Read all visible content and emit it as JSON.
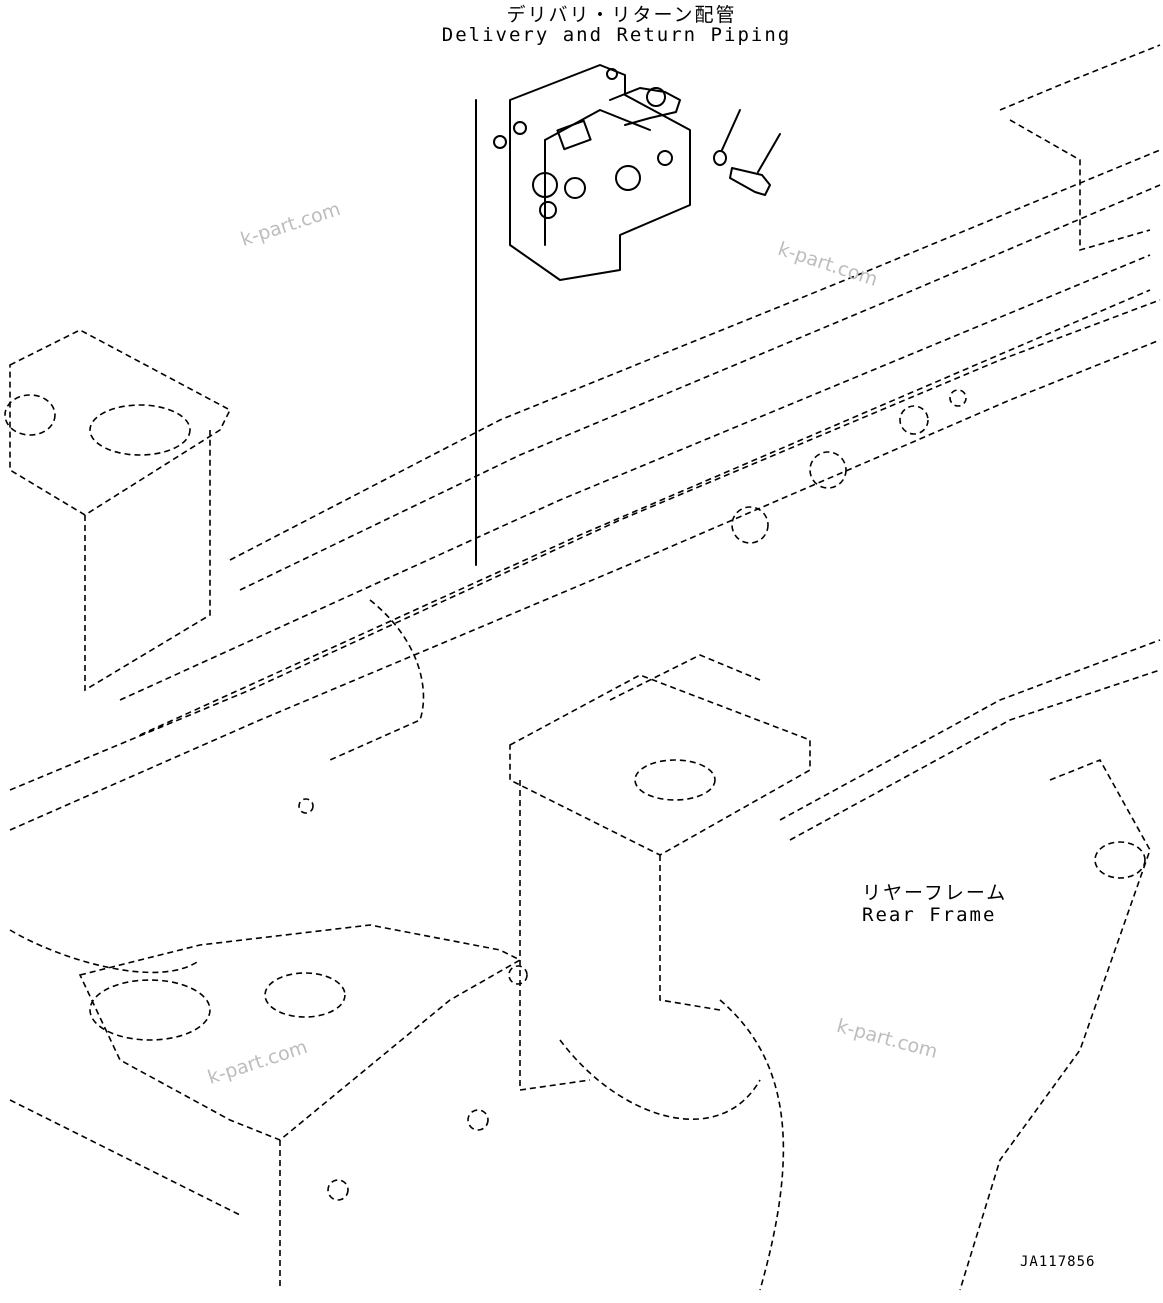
{
  "title": {
    "japanese": "デリバリ・リターン配管",
    "english": "Delivery and Return Piping"
  },
  "callout": {
    "japanese": "リヤーフレーム",
    "english": "Rear Frame"
  },
  "drawing_code": "JA117856",
  "watermarks": [
    "k-part.com",
    "k-part.com",
    "k-part.com",
    "k-part.com"
  ]
}
